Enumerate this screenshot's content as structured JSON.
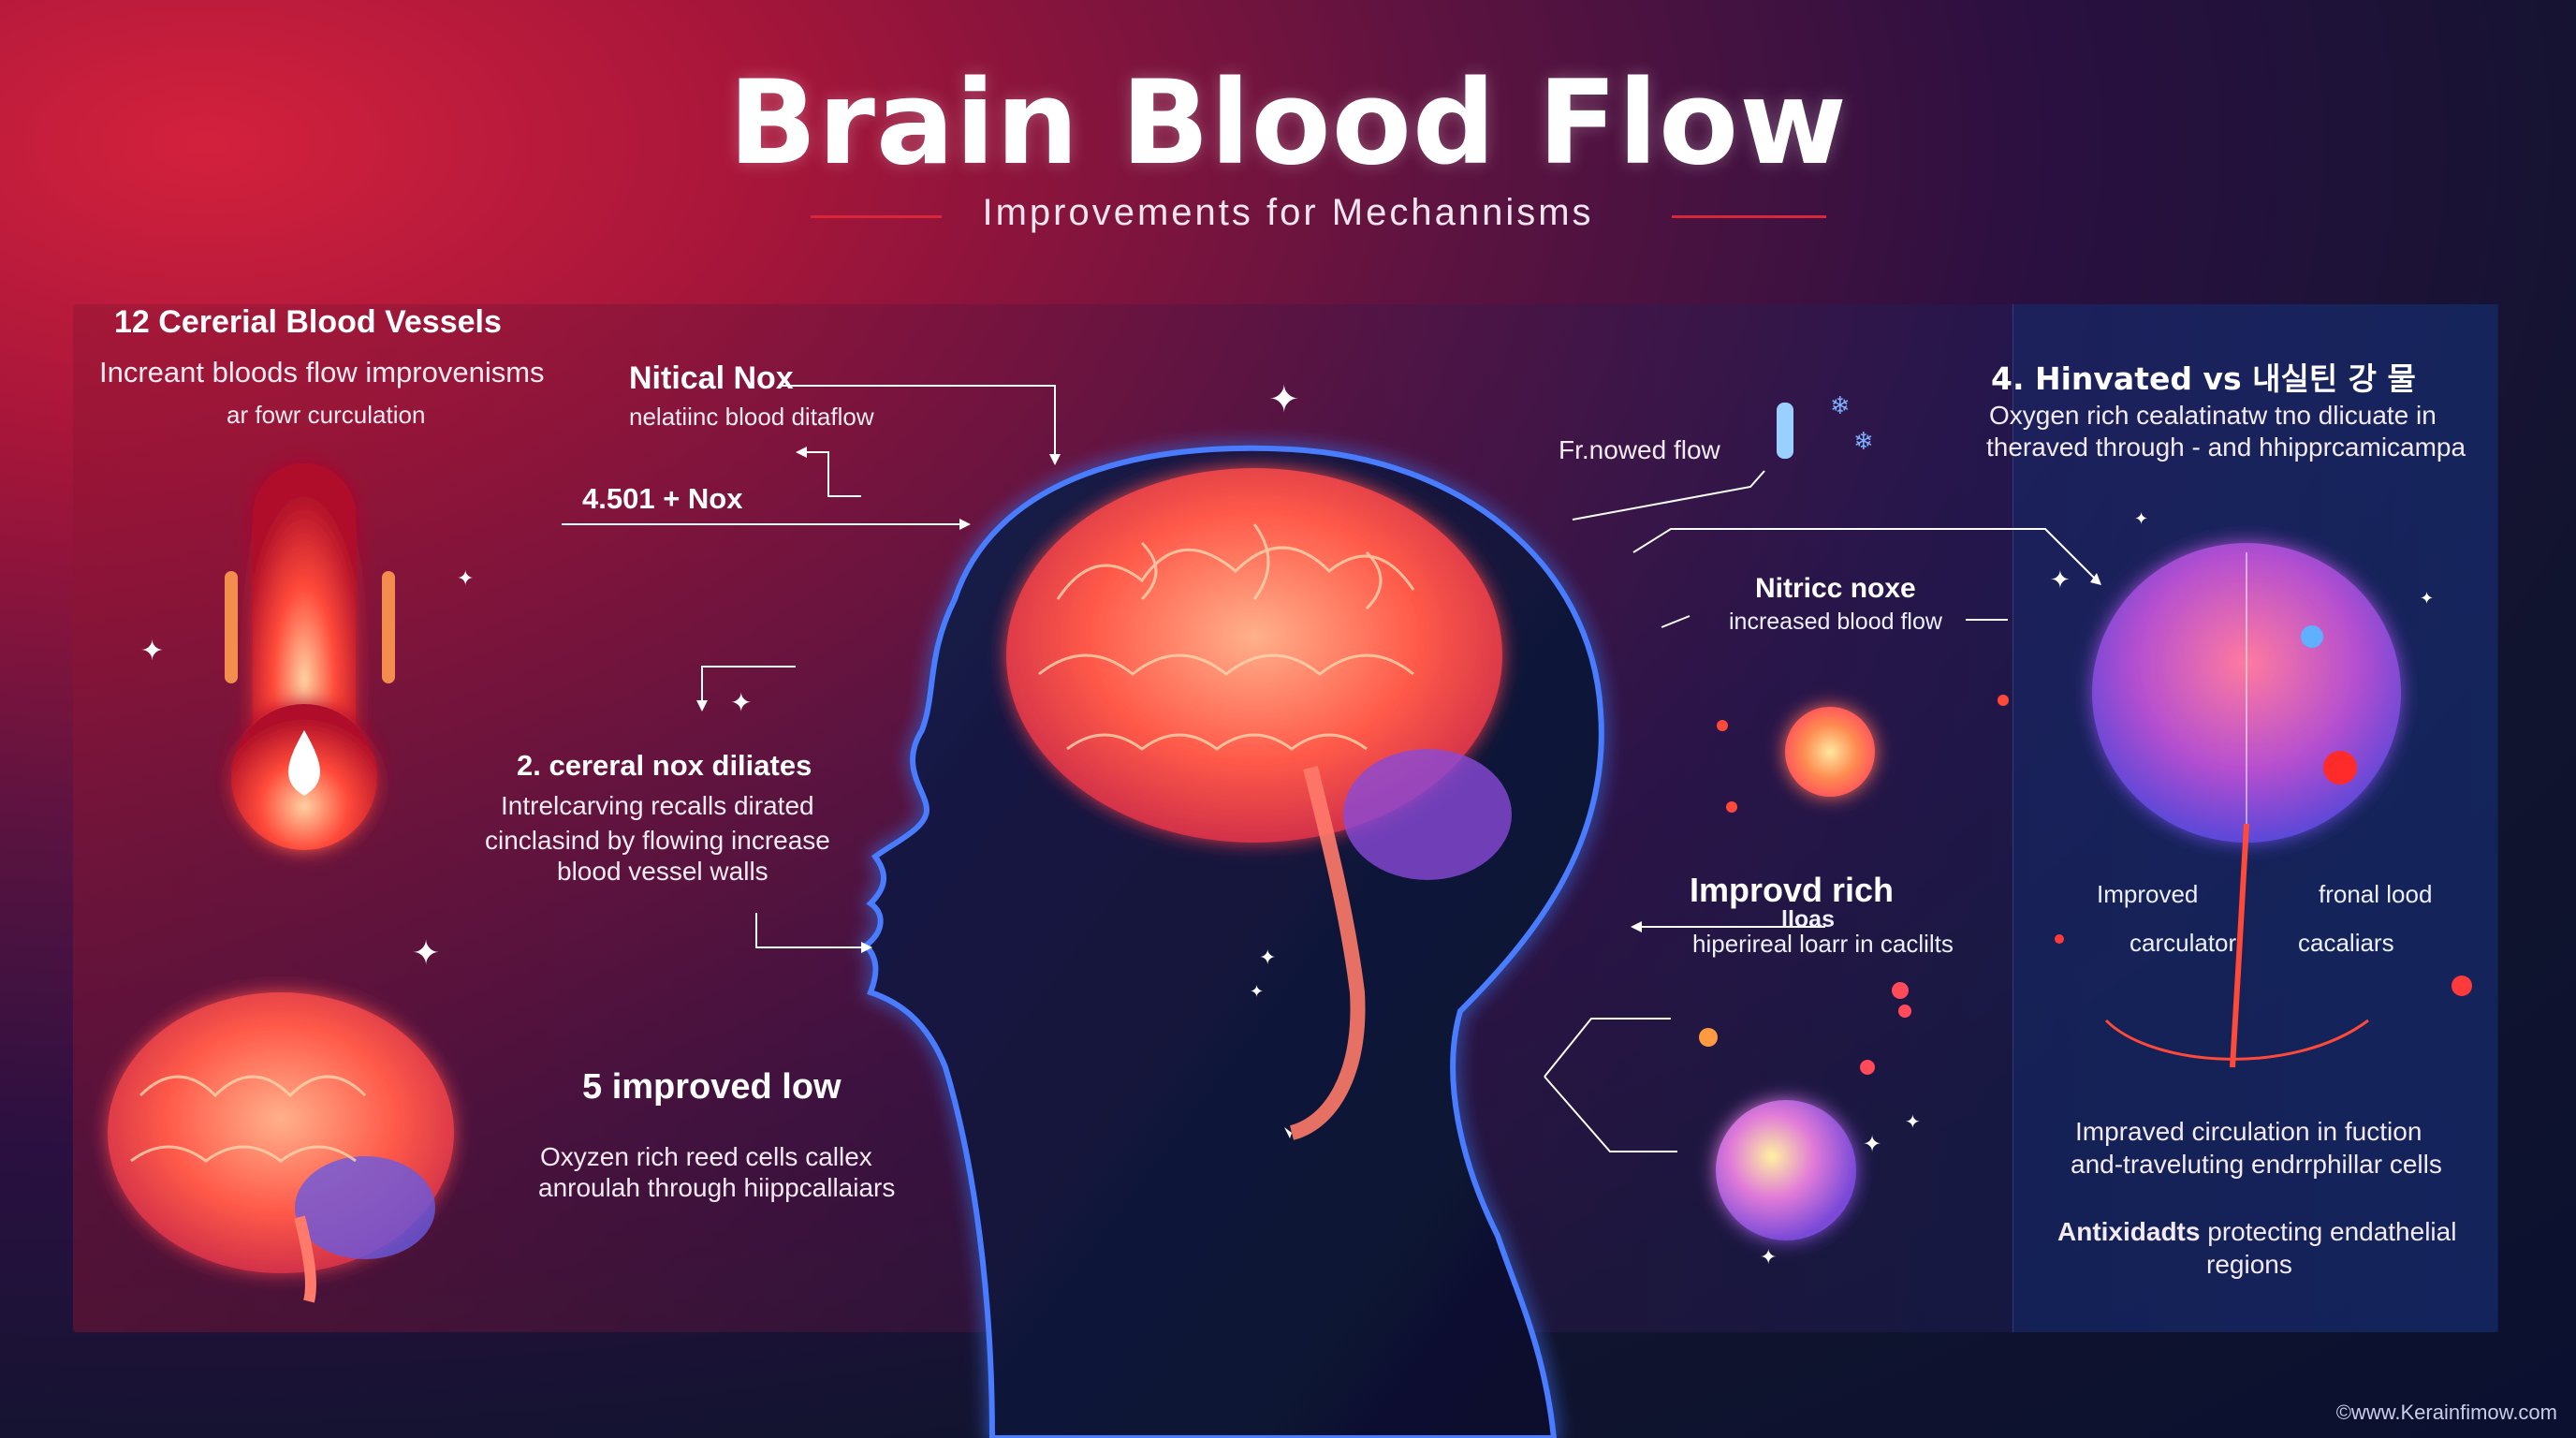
{
  "header": {
    "title": "Brain Blood Flow",
    "subtitle": "Improvements for Mechannisms"
  },
  "left": {
    "heading": "12 Cererial Blood Vessels",
    "line1": "Increant bloods flow improvenisms",
    "line2": "ar fowr curculation"
  },
  "center_left": {
    "nitical_title": "Nitical Nox",
    "nitical_sub": "nelatiinc blood ditaflow",
    "nox_value": "4.501 + Nox",
    "item2_title": "2. cereral nox diliates",
    "item2_line1": "Intrelcarving recalls dirated",
    "item2_line2": "cinclasind by flowing increase",
    "item2_line3": "blood vessel walls",
    "item5_title": "5 improved low",
    "item5_line1": "Oxyzen rich reed cells callex",
    "item5_line2": "anroulah through hiippcallaiars"
  },
  "center_right": {
    "frnowed": "Fr.nowed flow",
    "nitric_title": "Nitricc noxe",
    "nitric_sub": "increased blood flow",
    "improvd_title": "Improvd rich",
    "improvd_sub1": "lloas",
    "improvd_sub2": "hiperireal loarr in caclilts"
  },
  "right": {
    "heading": "4. Hinvated vs 내실틴    강 물",
    "line1": "Oxygen rich cealatinatw tno dlicuate in",
    "line2": "theraved through - and hhipprcamicampa",
    "label_improved": "Improved",
    "label_fronal": "fronal lood",
    "label_calculator": "carculator",
    "label_cacaliars": "cacaliars",
    "improved_line1": "Impraved circulation in fuction",
    "improved_line2": "and-traveluting endrrphillar cells",
    "antiox_bold": "Antixidadts",
    "antiox_rest": " protecting endathelial",
    "antiox_line2": "regions"
  },
  "footer": {
    "credit": "©www.Kerainfimow.com"
  },
  "colors": {
    "accent_red": "#d8273a",
    "glow_blue": "#4a7bff",
    "brain_orange": "#ff6a4a"
  }
}
